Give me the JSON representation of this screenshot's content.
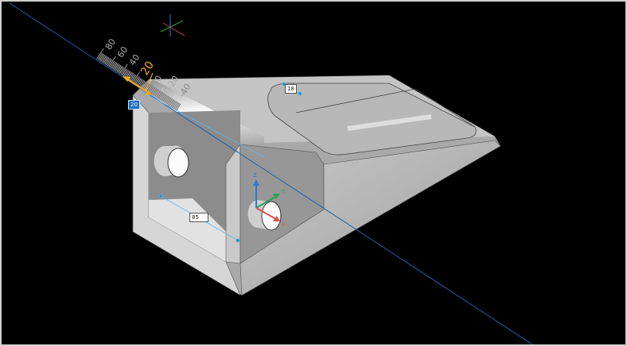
{
  "viewport": {
    "background": "#000000"
  },
  "ruler": {
    "labels": [
      "80",
      "60",
      "40",
      "20",
      "0",
      "-20",
      "-40"
    ],
    "current_value": "20",
    "current_color": "#f0a81c"
  },
  "dimensions": {
    "selected": "20",
    "length": "85",
    "slot": "18"
  },
  "ucs": {
    "x_label": "X",
    "y_label": "Y",
    "z_label": "Z",
    "x_color": "#e05050",
    "y_color": "#2ea050",
    "z_color": "#2a7ad0"
  },
  "axis_line_color": "#1d5fb0"
}
